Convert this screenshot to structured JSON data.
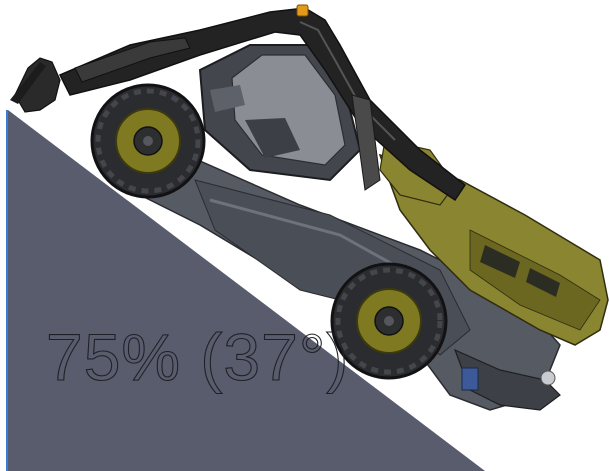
{
  "slope": {
    "label": "75% (37°)",
    "grade_percent": 75,
    "angle_degrees": 37
  },
  "colors": {
    "background": "#ffffff",
    "slope_fill": "#585c6d",
    "slope_edge": "#3a7bd5",
    "chassis": "#555a63",
    "chassis_dark": "#3b3f46",
    "boom": "#232323",
    "tire": "#2b2c2f",
    "rim": "#7f7a22",
    "olive_body": "#8a8530",
    "cab_glass": "#8e9298",
    "beacon": "#e39a1a"
  },
  "icons": [
    "telehandler-illustration",
    "wheel-icon",
    "beacon-light-icon"
  ]
}
